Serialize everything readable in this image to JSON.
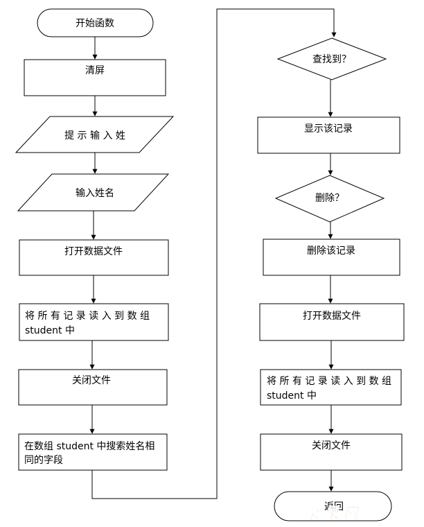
{
  "flowchart": {
    "left": {
      "start": "开始函数",
      "clear_screen": "清屏",
      "prompt_surname": "提 示 输 入 姓",
      "input_name": "输入姓名",
      "open_file": "打开数据文件",
      "read_records": [
        "将 所 有 记 录 读 入 到 数 组",
        "student 中"
      ],
      "close_file": "关闭文件",
      "search": [
        "在数组 student 中搜索姓名相",
        "同的字段"
      ]
    },
    "right": {
      "found_decision": "查找到？",
      "show_record": "显示该记录",
      "delete_decision": "删除？",
      "delete_record": "删除该记录",
      "open_file": "打开数据文件",
      "read_records": [
        "将 所 有 记 录 读 入 到 数 组",
        "student 中"
      ],
      "close_file": "关闭文件",
      "end": "返回"
    }
  },
  "watermark": {
    "text": "聚 果 网",
    "colors": [
      "#e7432f",
      "#f5a623"
    ]
  }
}
